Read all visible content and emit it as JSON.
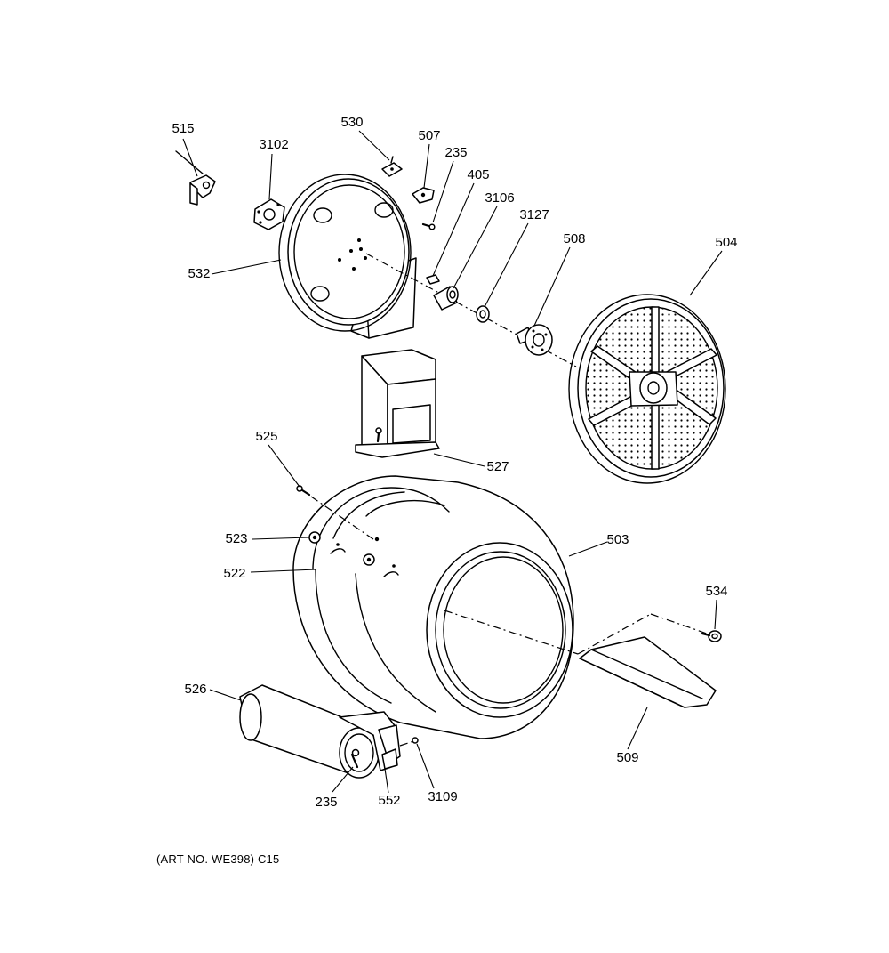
{
  "caption": "(ART NO. WE398) C15",
  "labels": {
    "l515": "515",
    "l3102": "3102",
    "l530": "530",
    "l507": "507",
    "l235a": "235",
    "l405": "405",
    "l3106": "3106",
    "l3127": "3127",
    "l508": "508",
    "l504": "504",
    "l532": "532",
    "l527": "527",
    "l525": "525",
    "l523": "523",
    "l522": "522",
    "l503": "503",
    "l534": "534",
    "l526": "526",
    "l509": "509",
    "l235b": "235",
    "l552": "552",
    "l3109": "3109"
  }
}
